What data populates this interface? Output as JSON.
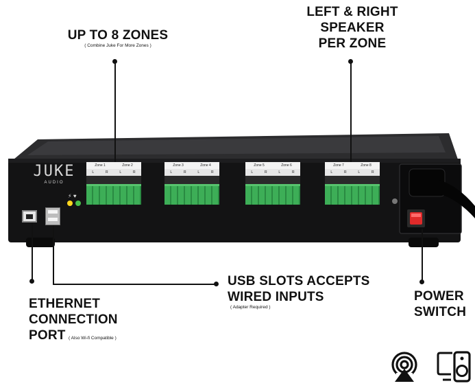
{
  "callouts": {
    "zones": {
      "title": "UP TO 8 ZONES",
      "note": "( Combine Juke For More Zones )"
    },
    "speakers": {
      "lines": [
        "LEFT & RIGHT",
        "SPEAKER",
        "PER ZONE"
      ]
    },
    "usb": {
      "lines": [
        "USB SLOTS ACCEPTS",
        "WIRED INPUTS"
      ],
      "note": "( Adapter Required )"
    },
    "ethernet": {
      "lines": [
        "ETHERNET",
        "CONNECTION",
        "PORT"
      ],
      "note": "( Also Wi-fi Compatible )"
    },
    "power": {
      "lines": [
        "POWER",
        "SWITCH"
      ]
    }
  },
  "device": {
    "brand": "JUKE",
    "brand_sub": "AUDIO",
    "zone_labels": [
      "Zone 1",
      "Zone 2",
      "Zone 3",
      "Zone 4",
      "Zone 5",
      "Zone 6",
      "Zone 7",
      "Zone 8"
    ],
    "channel_labels": [
      "L",
      "R",
      "L",
      "R"
    ]
  },
  "icons": [
    "airplay-audio-icon",
    "computer-speaker-icon"
  ]
}
